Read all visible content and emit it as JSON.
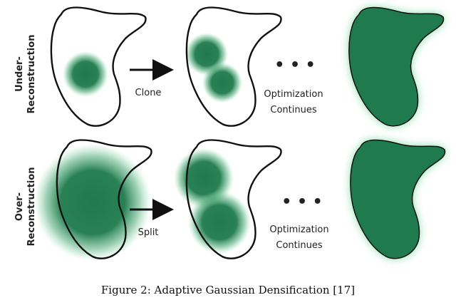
{
  "rows": [
    {
      "label_line1": "Under-",
      "label_line2": "Reconstruction",
      "operation": "Clone",
      "continues_line1": "Optimization",
      "continues_line2": "Continues",
      "ellipsis": "• • •"
    },
    {
      "label_line1": "Over-",
      "label_line2": "Reconstruction",
      "operation": "Split",
      "continues_line1": "Optimization",
      "continues_line2": "Continues",
      "ellipsis": "• • •"
    }
  ],
  "caption": "Figure 2: Adaptive Gaussian Densification [17]",
  "colors": {
    "gaussian": "#1f7a4d",
    "outline": "#111111",
    "arrow": "#111111"
  }
}
